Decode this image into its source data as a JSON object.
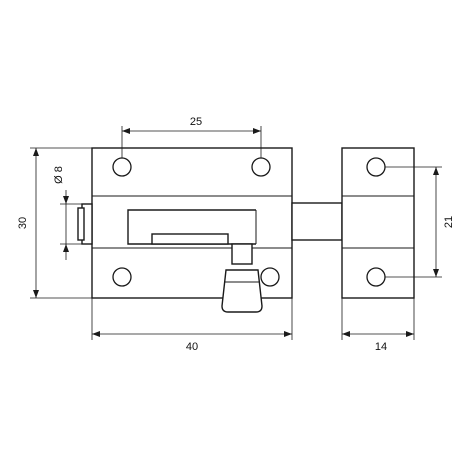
{
  "drawing": {
    "dimensions": {
      "hole_spacing": "25",
      "diameter": "Ø 8",
      "height": "30",
      "keeper_hole_spacing": "21",
      "body_width": "40",
      "keeper_width": "14"
    },
    "colors": {
      "line": "#1a1a1a",
      "background": "#ffffff"
    }
  }
}
